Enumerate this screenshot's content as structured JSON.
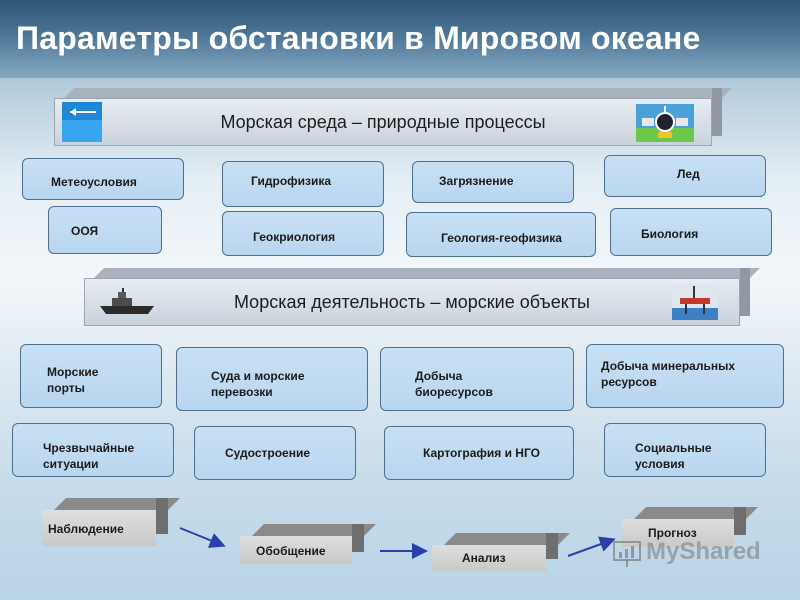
{
  "title": "Параметры обстановки в Мировом океане",
  "banner_env": "Морская среда – природные процессы",
  "banner_act": "Морская деятельность – морские объекты",
  "env_boxes": [
    "Метеоусловия",
    "Гидрофизика",
    "Загрязнение",
    "Лед",
    "ООЯ",
    "Геокриология",
    "Геология-геофизика",
    "Биология"
  ],
  "act_boxes": [
    [
      "Морские",
      "порты"
    ],
    [
      "Суда и морские",
      "перевозки"
    ],
    [
      "Добыча",
      "биоресурсов"
    ],
    [
      "Добыча минеральных",
      "ресурсов"
    ],
    [
      "Чрезвычайные",
      "ситуации"
    ],
    [
      "Судостроение"
    ],
    [
      "Картография и НГО"
    ],
    [
      "Социальные",
      "условия"
    ]
  ],
  "steps": [
    "Наблюдение",
    "Обобщение",
    "Анализ",
    "Прогноз"
  ],
  "watermark": "MyShared",
  "icons": [
    "arrow-left-icon",
    "satellite-icon",
    "ship-icon",
    "oil-platform-icon",
    "presentation-icon"
  ],
  "colors": {
    "box_fill": "#bcd8f0",
    "box_border": "#4e6f8d",
    "title_band": "#3b6484",
    "arrow": "#2a3fa8"
  }
}
